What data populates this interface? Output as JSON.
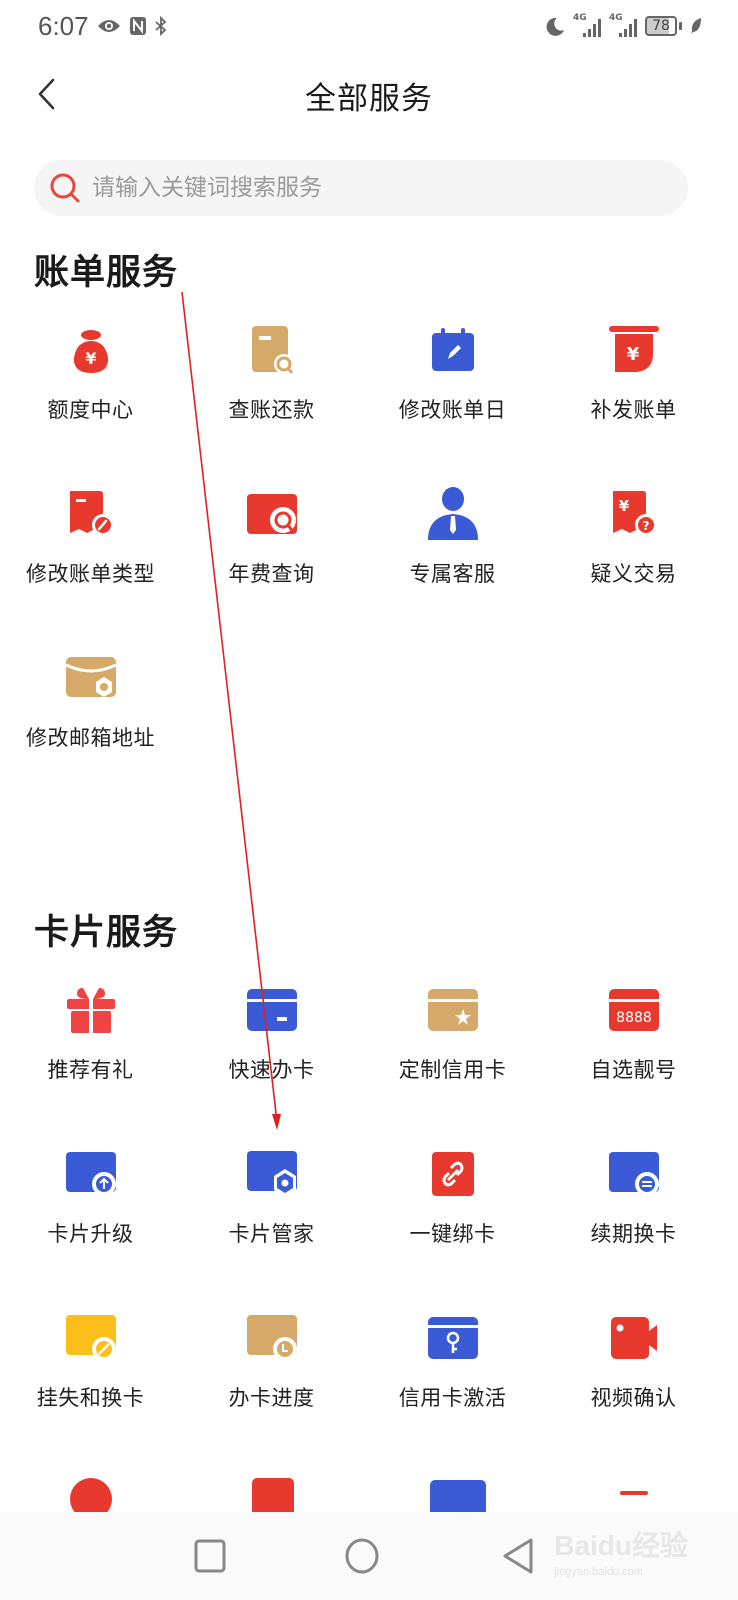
{
  "status_bar": {
    "time": "6:07",
    "left_icons": [
      "eye-icon",
      "nfc-icon",
      "bluetooth-icon"
    ],
    "right_icons": [
      "moon-icon",
      "signal-4g-icon",
      "signal-4g-icon",
      "battery-icon",
      "leaf-icon"
    ],
    "network_1": "4G",
    "network_2": "4G",
    "battery_level": "78"
  },
  "header": {
    "back_icon": "chevron-left-icon",
    "title": "全部服务"
  },
  "search": {
    "icon": "search-icon",
    "placeholder": "请输入关键词搜索服务",
    "value": ""
  },
  "sections": [
    {
      "title": "账单服务",
      "items": [
        {
          "label": "额度中心",
          "icon": "money-bag-icon",
          "color": "#E8392E"
        },
        {
          "label": "查账还款",
          "icon": "bill-search-icon",
          "color": "#D4A96A"
        },
        {
          "label": "修改账单日",
          "icon": "calendar-edit-icon",
          "color": "#3B5BD6"
        },
        {
          "label": "补发账单",
          "icon": "reissue-bill-icon",
          "color": "#E8392E"
        },
        {
          "label": "修改账单类型",
          "icon": "bill-edit-icon",
          "color": "#E8392E"
        },
        {
          "label": "年费查询",
          "icon": "annual-fee-search-icon",
          "color": "#E8392E"
        },
        {
          "label": "专属客服",
          "icon": "customer-service-icon",
          "color": "#3B5BD6"
        },
        {
          "label": "疑义交易",
          "icon": "disputed-transaction-icon",
          "color": "#E8392E"
        },
        {
          "label": "修改邮箱地址",
          "icon": "mail-address-icon",
          "color": "#D4A96A"
        }
      ]
    },
    {
      "title": "卡片服务",
      "items": [
        {
          "label": "推荐有礼",
          "icon": "gift-icon",
          "color": "#F04343"
        },
        {
          "label": "快速办卡",
          "icon": "quick-card-icon",
          "color": "#3B5BD6"
        },
        {
          "label": "定制信用卡",
          "icon": "custom-card-icon",
          "color": "#D4A96A"
        },
        {
          "label": "自选靓号",
          "icon": "choose-number-icon",
          "color": "#E8392E",
          "badge": "8888"
        },
        {
          "label": "卡片升级",
          "icon": "card-upgrade-icon",
          "color": "#3B5BD6"
        },
        {
          "label": "卡片管家",
          "icon": "card-manager-icon",
          "color": "#3B5BD6"
        },
        {
          "label": "一键绑卡",
          "icon": "bind-card-link-icon",
          "color": "#E8392E"
        },
        {
          "label": "续期换卡",
          "icon": "renew-card-icon",
          "color": "#3B5BD6"
        },
        {
          "label": "挂失和换卡",
          "icon": "report-loss-icon",
          "color": "#FBBE1A"
        },
        {
          "label": "办卡进度",
          "icon": "card-progress-icon",
          "color": "#D4A96A"
        },
        {
          "label": "信用卡激活",
          "icon": "card-activate-icon",
          "color": "#3B5BD6"
        },
        {
          "label": "视频确认",
          "icon": "video-confirm-icon",
          "color": "#E8392E"
        }
      ]
    }
  ],
  "nav_bar": {
    "recents_icon": "square-recents-icon",
    "home_icon": "circle-home-icon",
    "back_icon": "triangle-back-icon"
  },
  "watermark": {
    "brand": "Baidu经验",
    "url": "jingyan.baidu.com"
  },
  "colors": {
    "red": "#E8392E",
    "blue": "#3B5BD6",
    "gold": "#D4A96A",
    "yellow": "#FBBE1A",
    "annotation_arrow": "#E02020"
  }
}
